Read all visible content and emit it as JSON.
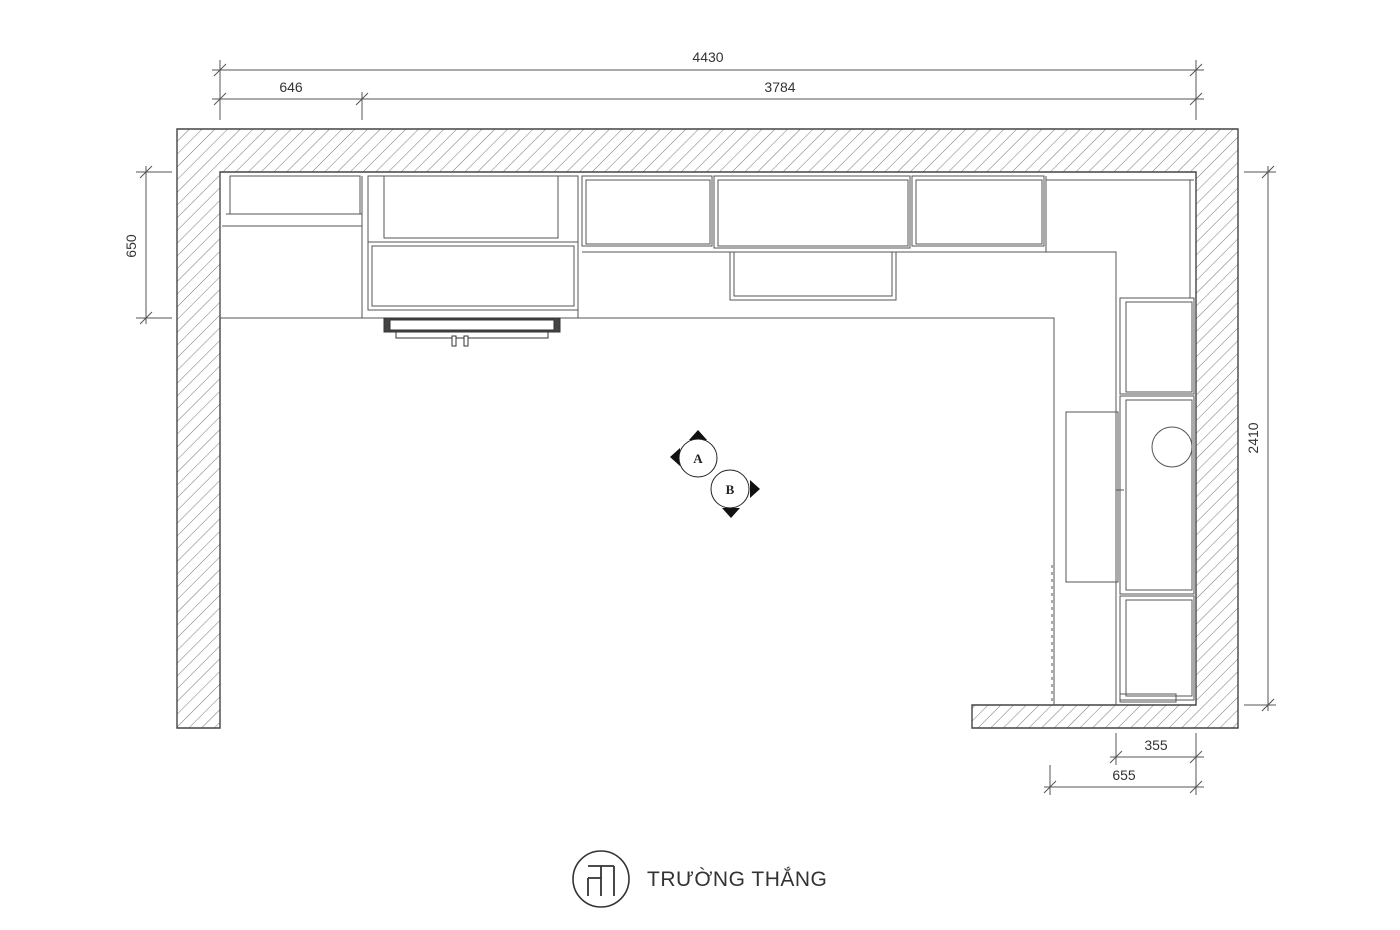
{
  "dimensions": {
    "total_width": "4430",
    "left_segment": "646",
    "right_segment": "3784",
    "counter_depth": "650",
    "right_wall_length": "2410",
    "inner_depth": "355",
    "outer_depth": "655"
  },
  "markers": {
    "a": "A",
    "b": "B"
  },
  "brand": {
    "name": "TRƯỜNG THẮNG"
  },
  "colors": {
    "line": "#444444",
    "hatch": "#777777",
    "text": "#333333"
  }
}
